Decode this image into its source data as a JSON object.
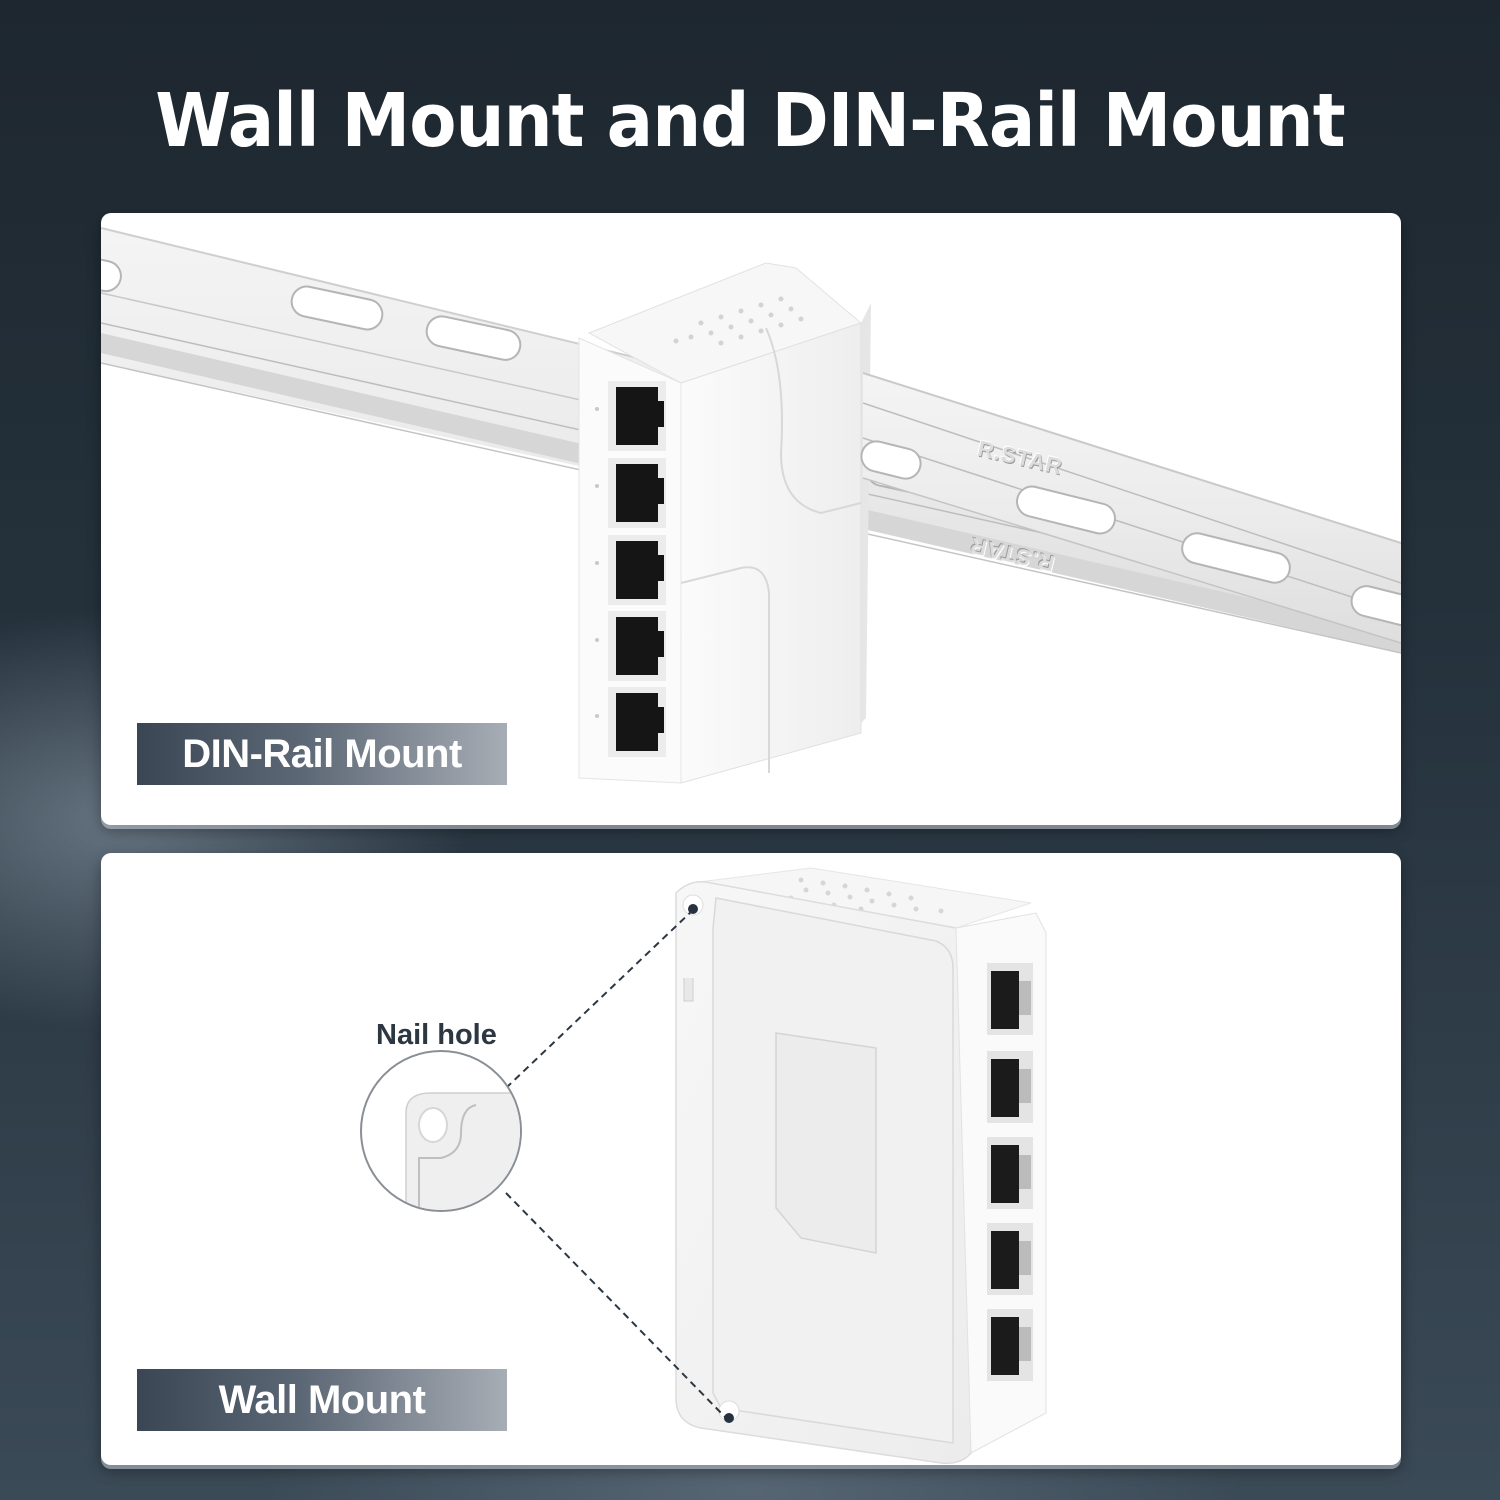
{
  "header": {
    "title": "Wall Mount and DIN-Rail Mount"
  },
  "panels": {
    "din_rail": {
      "label": "DIN-Rail Mount",
      "rail_brand_text": "R.STAR",
      "ports_count": 5
    },
    "wall": {
      "label": "Wall Mount",
      "callout_label": "Nail hole",
      "ports_count": 5
    }
  },
  "colors": {
    "background_dark": "#1e272f",
    "background_light": "#3b4a57",
    "panel": "#ffffff",
    "badge_gradient_start": "#3a4654",
    "badge_gradient_end": "#a7adb5",
    "callout_text": "#2c3742",
    "port_black": "#151515"
  }
}
